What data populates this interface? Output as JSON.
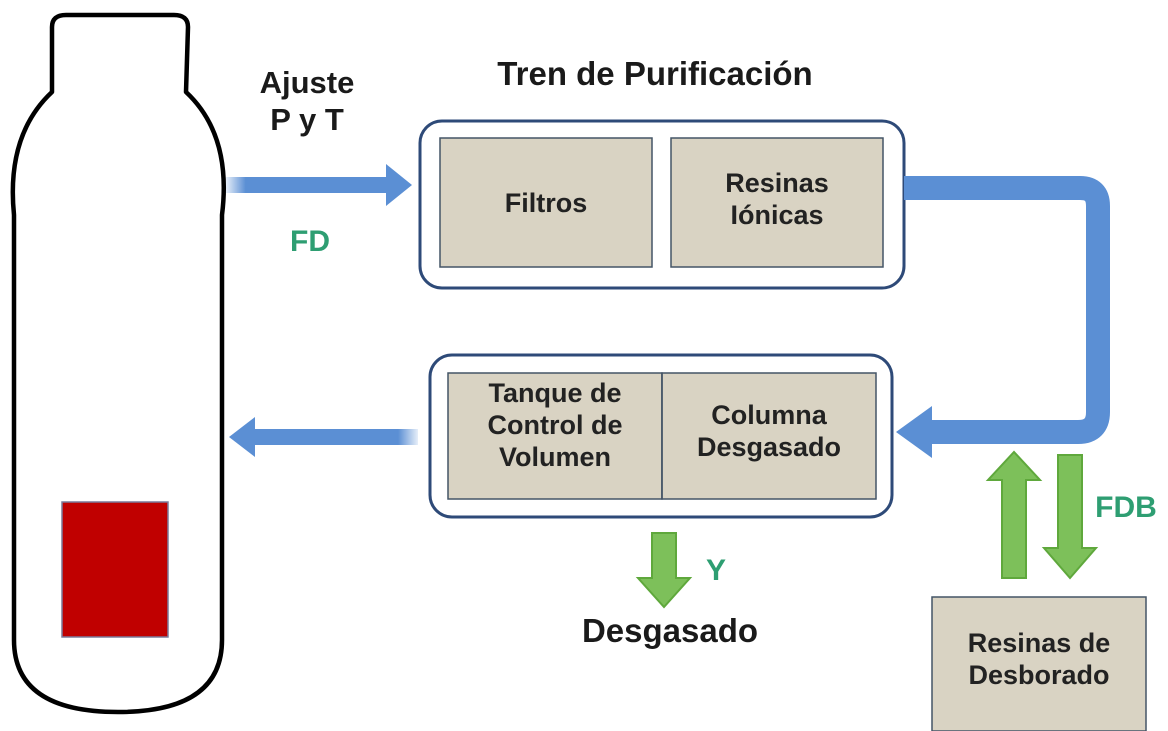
{
  "colors": {
    "flow_arrow": "#5b8fd4",
    "exchange_arrow": "#7dc05a",
    "module_fill": "#d9d3c3",
    "container_border": "#2e4a78",
    "tag_text": "#2e9e72",
    "indicator": "#c00000"
  },
  "tank": {
    "name": "tank-vessel"
  },
  "inlet": {
    "line1": "Ajuste",
    "line2": "P y T",
    "flow_tag": "FD"
  },
  "purification": {
    "title": "Tren de Purificación",
    "filters": "Filtros",
    "resins_line1": "Resinas",
    "resins_line2": "Iónicas"
  },
  "control": {
    "tank_line1": "Tanque de",
    "tank_line2": "Control de",
    "tank_line3": "Volumen",
    "column_line1": "Columna",
    "column_line2": "Desgasado"
  },
  "degassing": {
    "tag": "Y",
    "label": "Desgasado"
  },
  "deboration": {
    "tag": "FDB",
    "line1": "Resinas de",
    "line2": "Desborado"
  }
}
